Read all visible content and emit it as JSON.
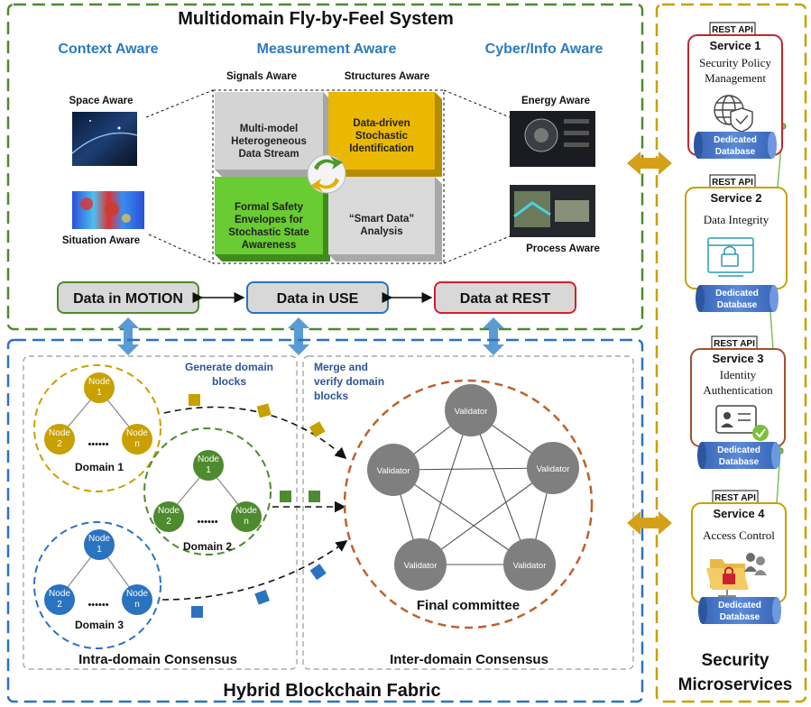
{
  "system": {
    "title": "Multidomain Fly-by-Feel System",
    "context_aware": "Context Aware",
    "measurement_aware": "Measurement Aware",
    "cyber_aware": "Cyber/Info Aware",
    "signals_aware": "Signals Aware",
    "structures_aware": "Structures Aware",
    "space_aware": "Space Aware",
    "situation_aware": "Situation Aware",
    "energy_aware": "Energy Aware",
    "process_aware": "Process Aware",
    "quadrants": [
      {
        "lines": [
          "Multi-model",
          "Heterogeneous",
          "Data Stream"
        ],
        "color": "#c9c9c9"
      },
      {
        "lines": [
          "Data-driven",
          "Stochastic",
          "Identification"
        ],
        "color": "#e5b400"
      },
      {
        "lines": [
          "Formal Safety",
          "Envelopes for",
          "Stochastic State",
          "Awareness"
        ],
        "color": "#5cbf2a"
      },
      {
        "lines": [
          "“Smart Data”",
          "Analysis"
        ],
        "color": "#cfcfcf"
      }
    ],
    "states": {
      "motion": "Data in MOTION",
      "use": "Data in USE",
      "rest": "Data at REST"
    }
  },
  "blockchain": {
    "title": "Hybrid Blockchain Fabric",
    "intra": "Intra-domain Consensus",
    "inter": "Inter-domain Consensus",
    "generate": [
      "Generate domain",
      "blocks"
    ],
    "merge": [
      "Merge and",
      "verify domain",
      "blocks"
    ],
    "final_committee": "Final committee",
    "validator": "Validator",
    "domains": [
      {
        "name": "Domain 1",
        "color": "#c8a000",
        "nodes": [
          [
            "Node",
            "1"
          ],
          [
            "Node",
            "2"
          ],
          [
            "Node",
            "n"
          ]
        ]
      },
      {
        "name": "Domain 2",
        "color": "#4e8a2e",
        "nodes": [
          [
            "Node",
            "1"
          ],
          [
            "Node",
            "2"
          ],
          [
            "Node",
            "n"
          ]
        ]
      },
      {
        "name": "Domain 3",
        "color": "#2a73c0",
        "nodes": [
          [
            "Node",
            "1"
          ],
          [
            "Node",
            "2"
          ],
          [
            "Node",
            "n"
          ]
        ]
      }
    ],
    "ellipsis": "••••••"
  },
  "microservices": {
    "title": [
      "Security",
      "Microservices"
    ],
    "rest_api": "REST API",
    "db_label": [
      "Dedicated",
      "Database"
    ],
    "services": [
      {
        "name": "Service 1",
        "desc": [
          "Security Policy",
          "Management"
        ],
        "icon": "globe-shield-icon",
        "border": "#c0282d"
      },
      {
        "name": "Service 2",
        "desc": [
          "Data Integrity"
        ],
        "icon": "lock-screen-icon",
        "border": "#c8a000"
      },
      {
        "name": "Service 3",
        "desc": [
          "Identity",
          "Authentication"
        ],
        "icon": "id-card-check-icon",
        "border": "#a0522d"
      },
      {
        "name": "Service 4",
        "desc": [
          "Access Control"
        ],
        "icon": "folder-lock-users-icon",
        "border": "#c8a000"
      }
    ]
  },
  "colors": {
    "green_dash": "#4e8a2e",
    "blue_dash": "#2a73c0",
    "gold_dash": "#c8a000",
    "orange_dash": "#c0602a",
    "arrow_blue": "#5b9bd5",
    "arrow_gold": "#d4a017",
    "db_blue": "#4472c4"
  }
}
